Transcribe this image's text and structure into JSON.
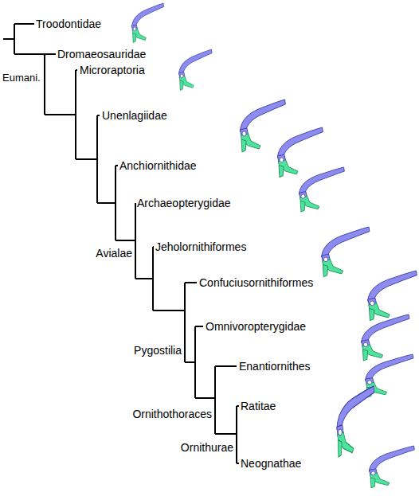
{
  "diagram": {
    "labels": [
      "Troodontidae",
      "Dromaeosauridae",
      "Microraptoria",
      "Unenlagiidae",
      "Anchiornithidae",
      "Archaeopterygidae",
      "Jeholornithiformes",
      "Confuciusornithiformes",
      "Omnivoropterygidae",
      "Enantiornithes",
      "Ratitae",
      "Neognathae",
      "Eumani.",
      "Avialae",
      "Pygostilia",
      "Ornithothoraces",
      "Ornithurae"
    ]
  }
}
